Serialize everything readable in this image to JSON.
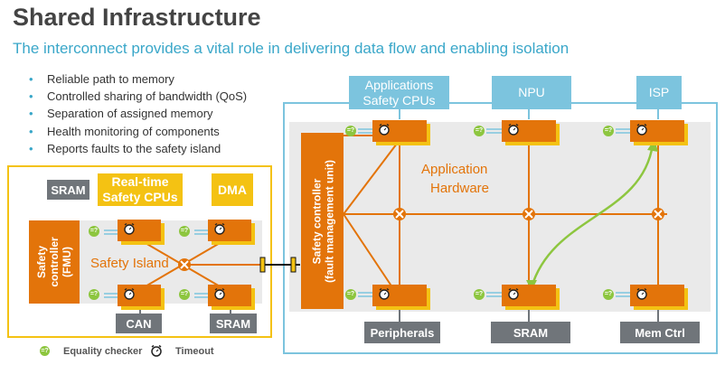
{
  "title": "Shared Infrastructure",
  "subtitle": "The interconnect provides a vital role in delivering data flow and enabling isolation",
  "bullets": [
    "Reliable path to memory",
    "Controlled sharing of bandwidth (QoS)",
    "Separation of assigned memory",
    "Health monitoring of components",
    "Reports faults to the safety island"
  ],
  "safety_island": {
    "sram_left": "SRAM",
    "realtime_line1": "Real-time",
    "realtime_line2": "Safety CPUs",
    "dma": "DMA",
    "controller_line1": "Safety",
    "controller_line2": "controller",
    "controller_line3": "(FMU)",
    "label": "Safety Island",
    "can": "CAN",
    "sram_bottom": "SRAM"
  },
  "app_hw": {
    "app_cpus_line1": "Applications",
    "app_cpus_line2": "Safety CPUs",
    "npu": "NPU",
    "isp": "ISP",
    "controller_line1": "Safety controller",
    "controller_line2": "(fault management unit)",
    "label_line1": "Application",
    "label_line2": "Hardware",
    "peripherals": "Peripherals",
    "sram": "SRAM",
    "memctrl": "Mem Ctrl"
  },
  "checker_symbol": "=?",
  "legend": {
    "equality": "Equality checker",
    "timeout": "Timeout"
  },
  "colors": {
    "orange": "#e3740a",
    "yellow": "#f4c213",
    "blue": "#7cc4de",
    "gray": "#70757a",
    "green": "#8dc63f",
    "teal": "#3aa7c9"
  }
}
